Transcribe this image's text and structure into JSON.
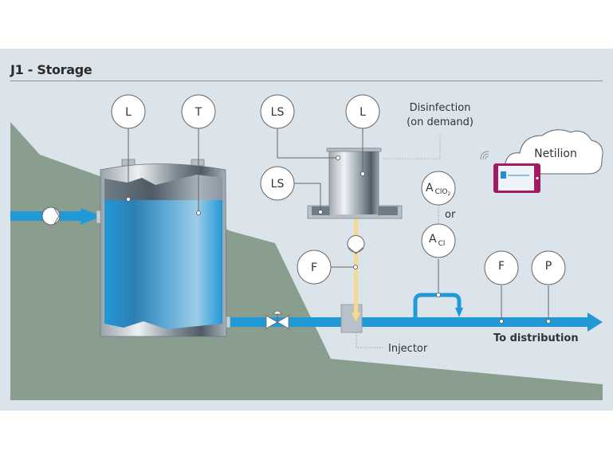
{
  "title": "J1 - Storage",
  "colors": {
    "panel_bg": "#dce4eb",
    "ground": "#8a9e8f",
    "water": "#2199d6",
    "chemical_line": "#f5d98c",
    "instrument_line": "#6b6f73",
    "tablet_frame": "#a31a63"
  },
  "instruments": {
    "tank_level": "L",
    "tank_temperature": "T",
    "dosing_level_switch_top": "LS",
    "dosing_level": "L",
    "dosing_level_switch_bottom": "LS",
    "dosing_flow": "F",
    "analysis_clo2": {
      "main": "A",
      "sub": "ClO",
      "sub2": "2"
    },
    "analysis_cl": {
      "main": "A",
      "sub": "Cl"
    },
    "outlet_flow": "F",
    "outlet_pressure": "P"
  },
  "labels": {
    "disinfection_line1": "Disinfection",
    "disinfection_line2": "(on demand)",
    "or": "or",
    "injector": "Injector",
    "to_distribution": "To distribution",
    "cloud": "Netilion"
  },
  "icons": {
    "pump": "pump-icon",
    "valve": "valve-icon",
    "wifi": "wifi-icon",
    "tablet": "tablet-icon",
    "cloud": "cloud-icon"
  }
}
